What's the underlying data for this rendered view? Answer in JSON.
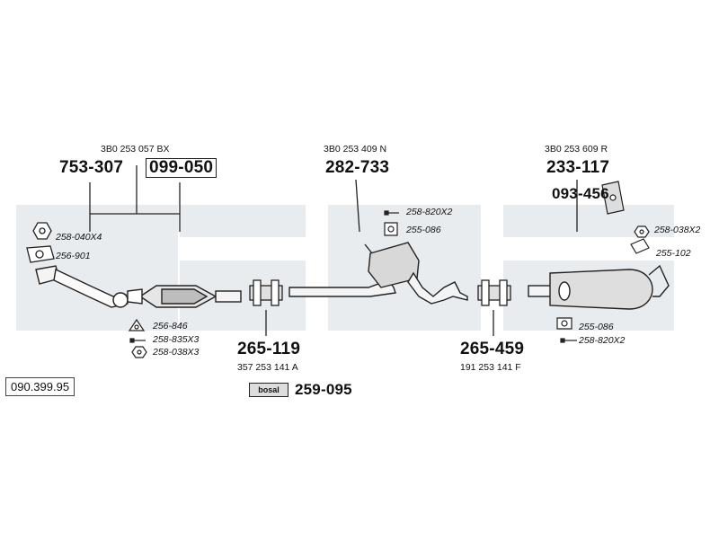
{
  "catalog_number": "090.399.95",
  "parts": {
    "front_pipe": {
      "oem": "3B0 253 057 BX",
      "number_a": "753-307",
      "number_b": "099-050"
    },
    "middle_silencer": {
      "oem": "3B0 253 409 N",
      "number": "282-733"
    },
    "rear_silencer": {
      "oem": "3B0 253 609 R",
      "number": "233-117",
      "hanger": "093-456"
    },
    "clamp_front": {
      "number": "265-119",
      "oem": "357 253 141 A"
    },
    "clamp_rear": {
      "number": "265-459",
      "oem": "191 253 141 F"
    },
    "mounting_kit": {
      "number": "259-095",
      "badge": "bosal"
    }
  },
  "accessories": {
    "nut_front": "258-040X4",
    "gasket_front": "256-901",
    "gasket_cat": "256-846",
    "bolt_cat": "258-835X3",
    "nut_cat": "258-038X3",
    "bolt_mid": "258-820X2",
    "rubber_mid": "255-086",
    "nut_rear": "258-038X2",
    "rubber_rear_top": "255-102",
    "rubber_rear": "255-086",
    "bolt_rear": "258-820X2"
  },
  "colors": {
    "watermark": "#e9ecef",
    "line": "#222222"
  }
}
